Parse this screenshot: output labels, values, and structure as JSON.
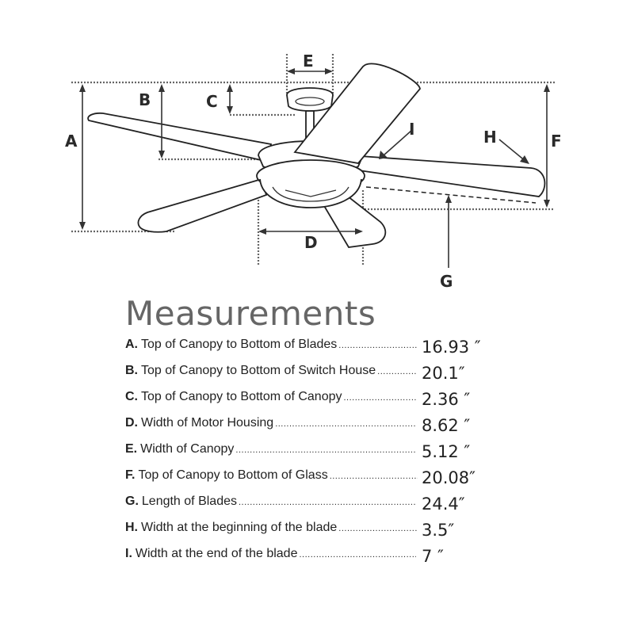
{
  "diagram": {
    "labels": {
      "a": "A",
      "b": "B",
      "c": "C",
      "d": "D",
      "e": "E",
      "f": "F",
      "g": "G",
      "h": "H",
      "i": "I"
    }
  },
  "measurements": {
    "title": "Measurements",
    "rows": [
      {
        "key": "A.",
        "label": "Top of Canopy to Bottom of Blades",
        "value": "16.93 ″"
      },
      {
        "key": "B.",
        "label": "Top of Canopy to Bottom of Switch House",
        "value": "20.1″"
      },
      {
        "key": "C.",
        "label": "Top of Canopy to Bottom of Canopy",
        "value": "2.36 ″"
      },
      {
        "key": "D.",
        "label": "Width of Motor Housing",
        "value": "8.62 ″"
      },
      {
        "key": "E.",
        "label": "Width of Canopy",
        "value": "5.12 ″"
      },
      {
        "key": "F.",
        "label": "Top of Canopy to Bottom of Glass",
        "value": "20.08″"
      },
      {
        "key": "G.",
        "label": "Length of Blades",
        "value": "24.4″"
      },
      {
        "key": "H.",
        "label": "Width at the beginning of the blade",
        "value": "3.5″"
      },
      {
        "key": "I.",
        "label": "Width at the end of the blade",
        "value": "7 ″"
      }
    ]
  }
}
